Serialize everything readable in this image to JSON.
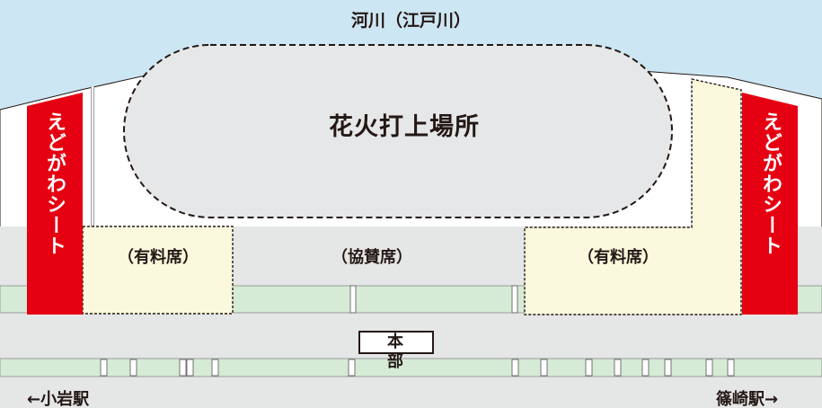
{
  "map": {
    "river_label": "河川（江戸川）",
    "launch_site_label": "花火打上場所",
    "edogawa_seat_label": "えどがわシート",
    "paid_seat_label": "（有料席）",
    "sponsor_seat_label": "（協賛席）",
    "headquarters_label": "本 部",
    "station_left_label": "←小岩駅",
    "station_right_label": "篠崎駅→"
  },
  "colors": {
    "river": "#cde6f3",
    "ground": "#e5e6e6",
    "launch_area": "#e6e7e8",
    "paid_seat": "#fbf9dd",
    "edogawa_seat": "#e50012",
    "green_strip": "#d6ebd5",
    "text": "#231815"
  }
}
